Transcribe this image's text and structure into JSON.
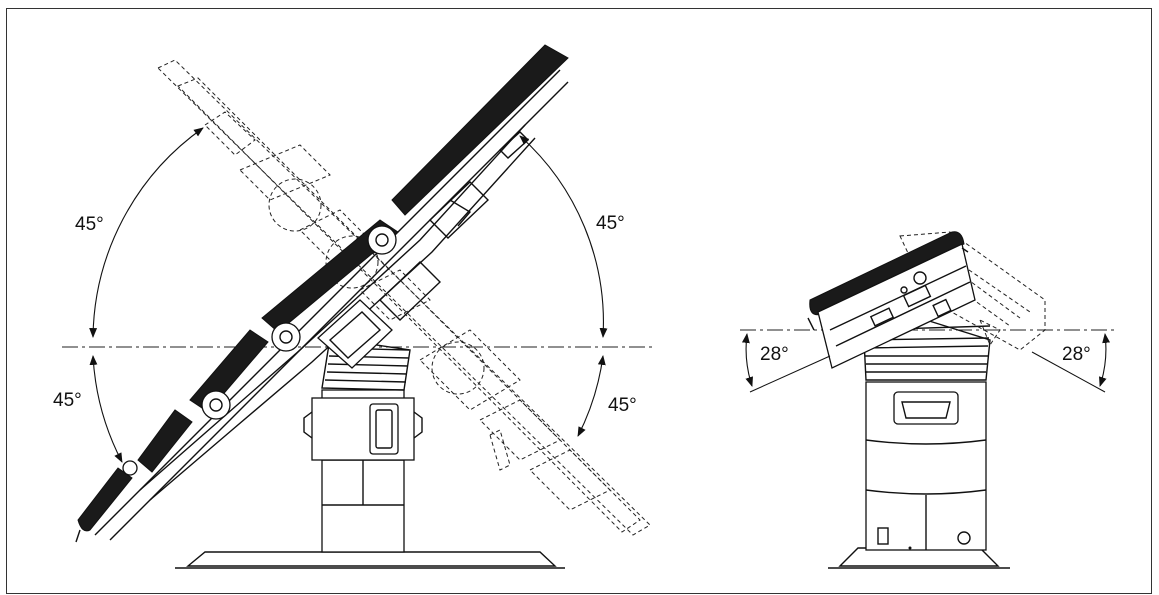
{
  "left_view": {
    "upper_left_angle": "45°",
    "upper_right_angle": "45°",
    "lower_left_angle": "45°",
    "lower_right_angle": "45°"
  },
  "right_view": {
    "left_angle": "28°",
    "right_angle": "28°"
  }
}
